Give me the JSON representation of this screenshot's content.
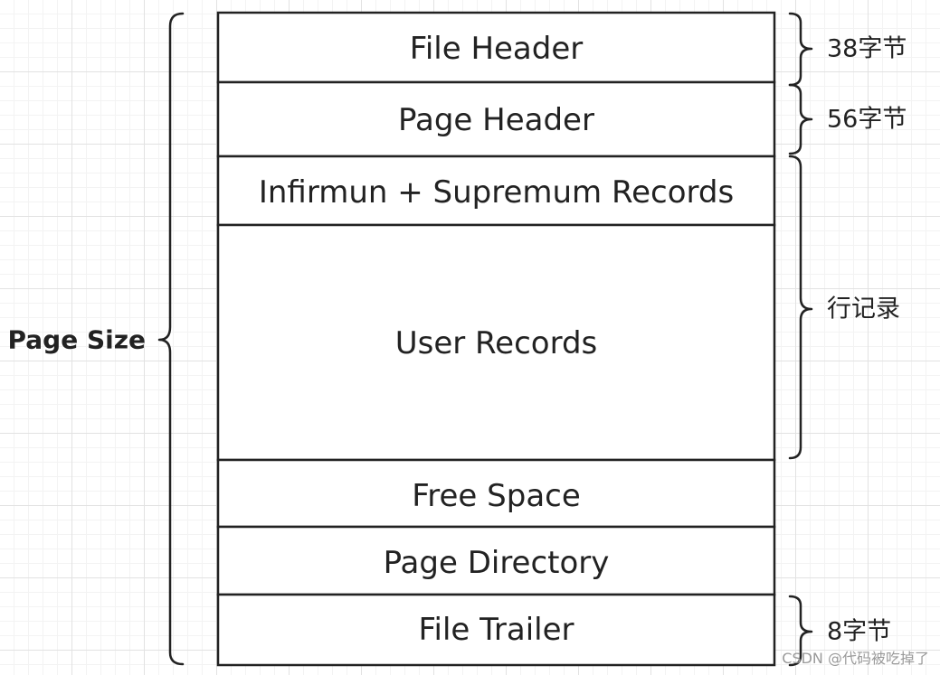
{
  "sections": [
    {
      "label": "File Header"
    },
    {
      "label": "Page Header"
    },
    {
      "label": "Infirmun + Supremum Records"
    },
    {
      "label": "User Records"
    },
    {
      "label": "Free Space"
    },
    {
      "label": "Page Directory"
    },
    {
      "label": "File Trailer"
    }
  ],
  "annotations": {
    "file_header_size": "38字节",
    "page_header_size": "56字节",
    "row_records": "行记录",
    "file_trailer_size": "8字节"
  },
  "page_size_label": "Page Size",
  "watermark": "CSDN @代码被吃掉了"
}
